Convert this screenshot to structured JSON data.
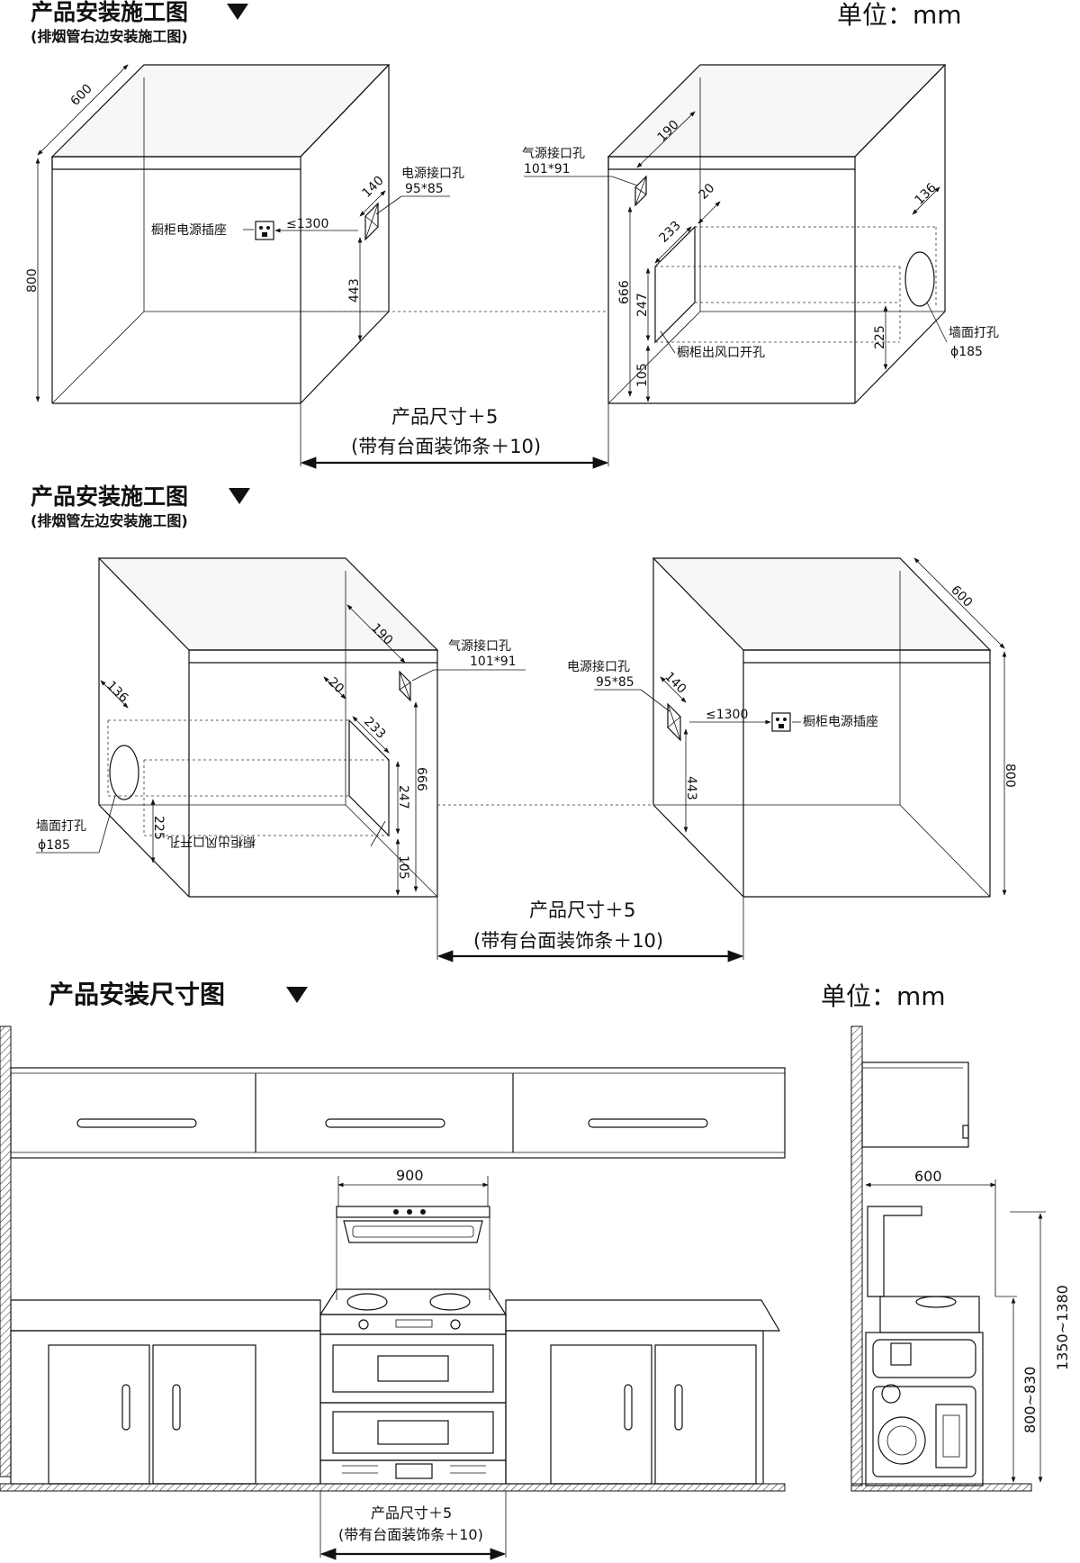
{
  "section1": {
    "title": "产品安装施工图",
    "subtitle": "(排烟管右边安装施工图)",
    "unit": "单位：mm",
    "dims": {
      "depth": "600",
      "height": "800",
      "socket_dist": "≤1300",
      "power_hole_offset": "140",
      "power_hole_height": "443",
      "gas_offset": "190",
      "vent_offset": "20",
      "vent_width": "233",
      "total_h": "666",
      "vent_h": "247",
      "bottom": "105",
      "wall_offset": "136",
      "wall_h": "225"
    },
    "labels": {
      "socket": "橱柜电源插座",
      "power_hole": "电源接口孔",
      "power_hole_size": "95*85",
      "gas_hole": "气源接口孔",
      "gas_hole_size": "101*91",
      "vent": "橱柜出风口开孔",
      "wall_hole": "墙面打孔",
      "wall_hole_size": "ϕ185"
    },
    "width_label_1": "产品尺寸＋5",
    "width_label_2": "(带有台面装饰条＋10)"
  },
  "section2": {
    "title": "产品安装施工图",
    "subtitle": "(排烟管左边安装施工图)",
    "dims": {
      "depth": "600",
      "height": "800",
      "socket_dist": "≤1300",
      "power_hole_offset": "140",
      "power_hole_height": "443",
      "gas_offset": "190",
      "vent_offset": "20",
      "vent_width": "233",
      "total_h": "666",
      "vent_h": "247",
      "bottom": "105",
      "wall_offset": "136",
      "wall_h": "225"
    },
    "labels": {
      "socket": "橱柜电源插座",
      "power_hole": "电源接口孔",
      "power_hole_size": "95*85",
      "gas_hole": "气源接口孔",
      "gas_hole_size": "101*91",
      "vent": "橱柜出风口开孔",
      "wall_hole": "墙面打孔",
      "wall_hole_size": "ϕ185"
    },
    "width_label_1": "产品尺寸＋5",
    "width_label_2": "(带有台面装饰条＋10)"
  },
  "section3": {
    "title": "产品安装尺寸图",
    "unit": "单位：mm",
    "front_width": "900",
    "side_depth": "600",
    "total_height": "1350~1380",
    "counter_height": "800~830",
    "width_label_1": "产品尺寸＋5",
    "width_label_2": "(带有台面装饰条＋10)"
  }
}
